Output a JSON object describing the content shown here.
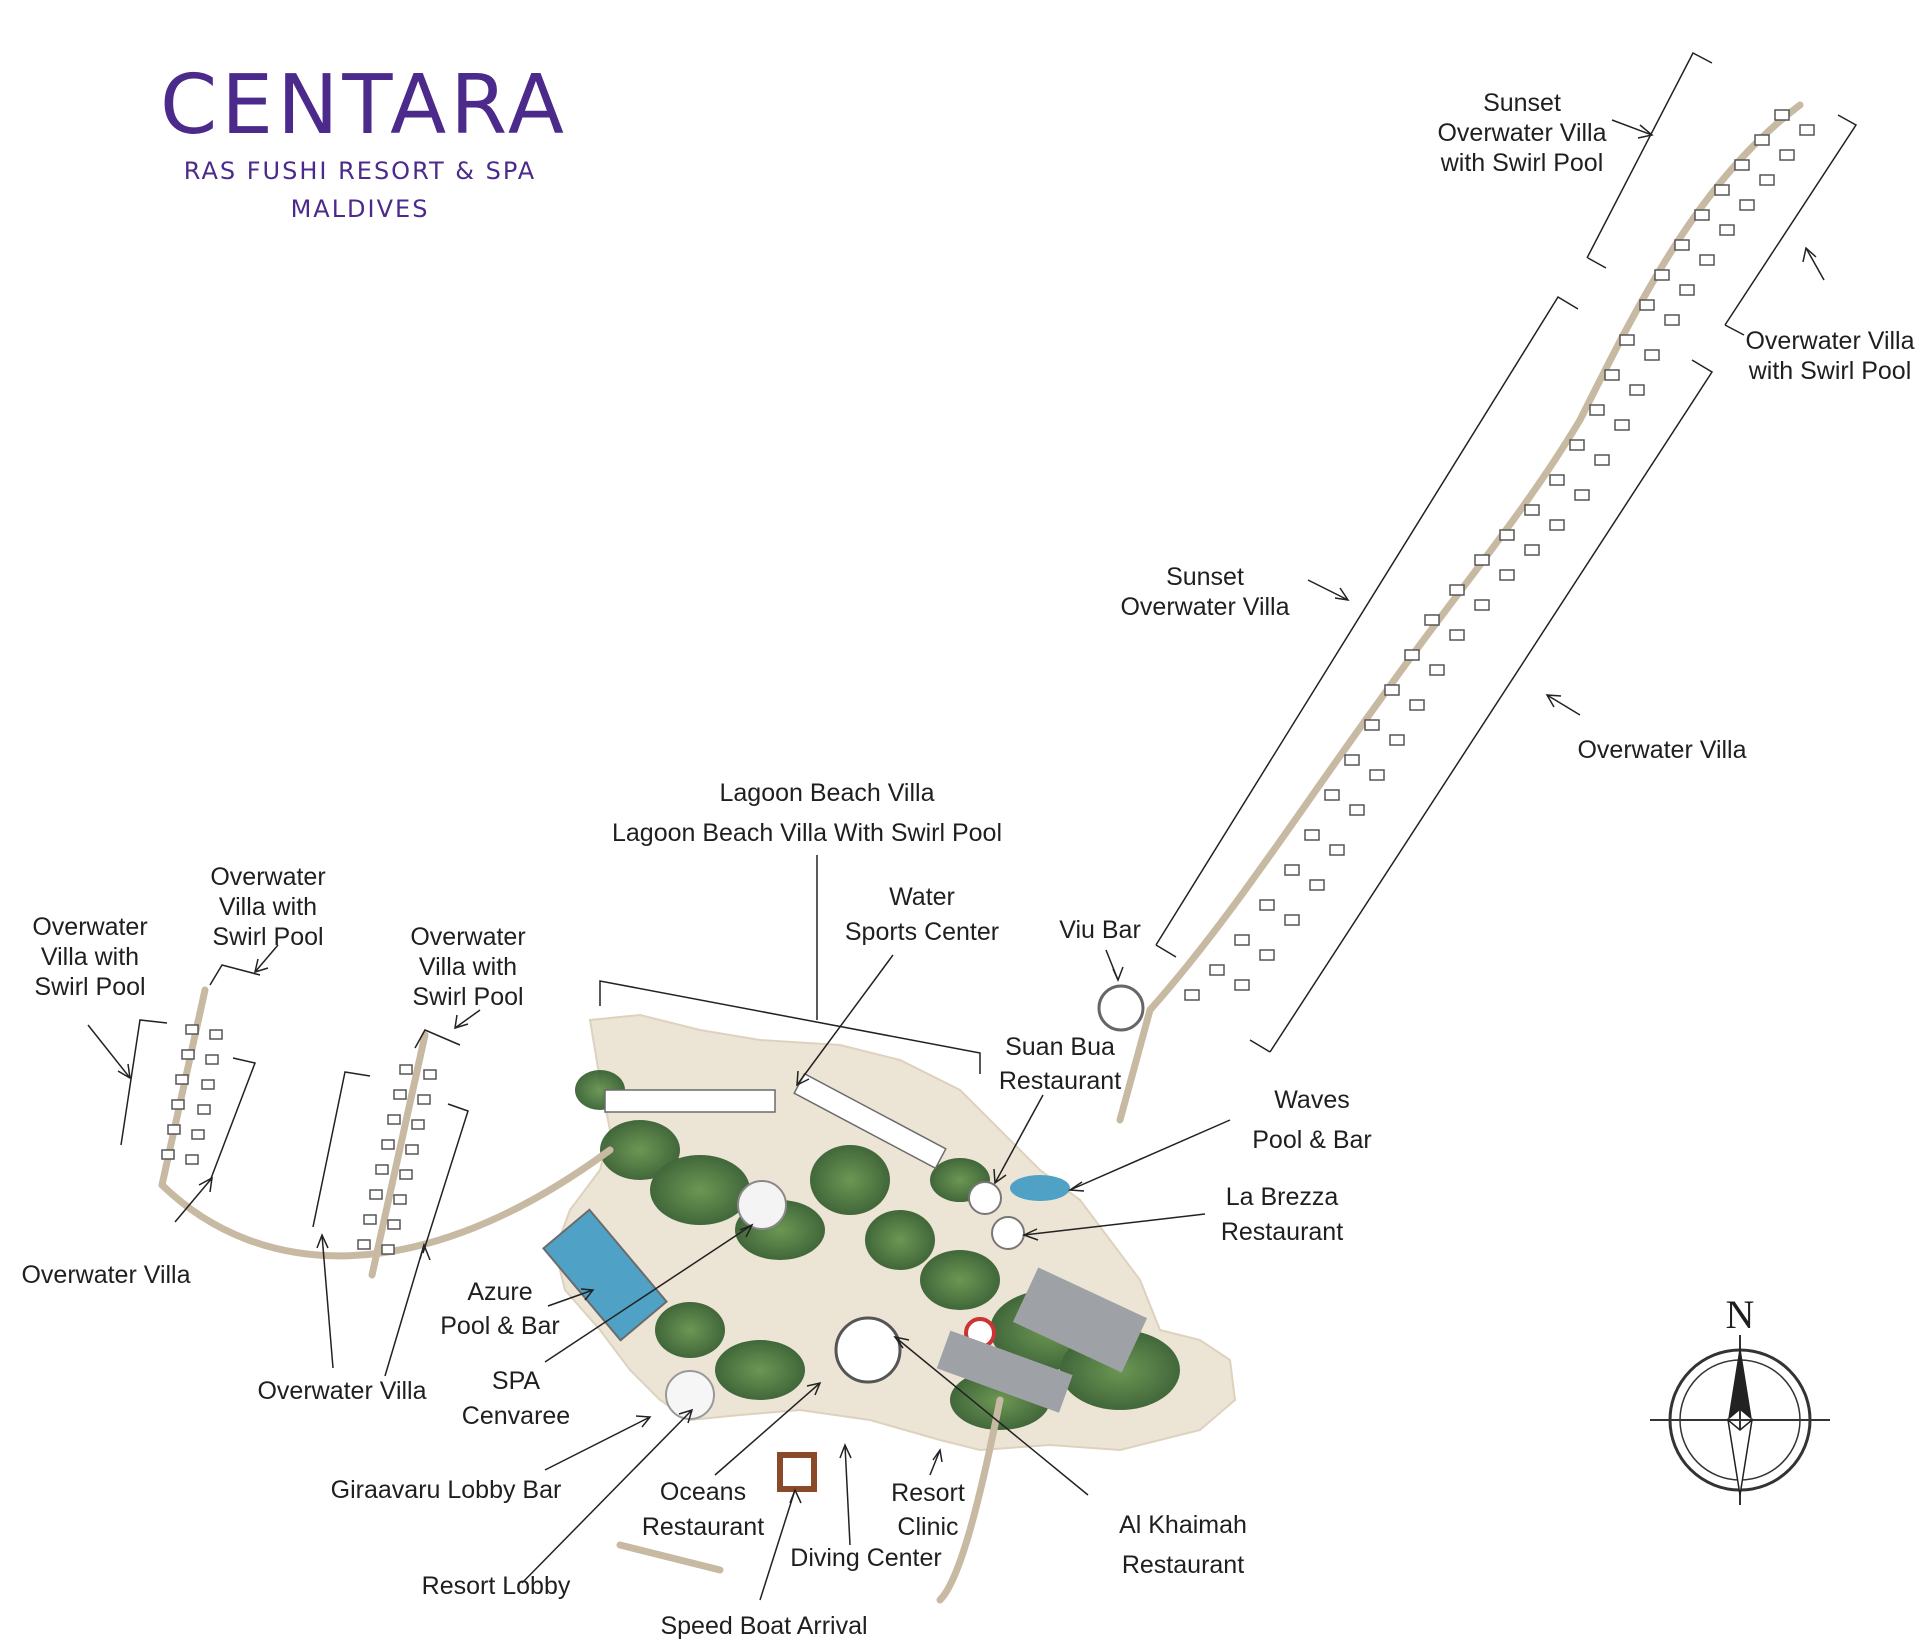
{
  "brand": {
    "name": "CENTARA",
    "line1": "RAS FUSHI RESORT & SPA",
    "line2": "MALDIVES",
    "color": "#4b2a8c"
  },
  "compass": {
    "north_label": "N"
  },
  "labels": {
    "sunset_overwater_swirl": [
      "Sunset",
      "Overwater Villa",
      "with Swirl Pool"
    ],
    "overwater_swirl_ne": [
      "Overwater Villa",
      "with Swirl Pool"
    ],
    "sunset_overwater": [
      "Sunset",
      "Overwater Villa"
    ],
    "overwater_villa_ne": "Overwater Villa",
    "lagoon_beach": "Lagoon Beach Villa",
    "lagoon_beach_swirl": "Lagoon Beach Villa With Swirl Pool",
    "water_sports": [
      "Water",
      "Sports Center"
    ],
    "viu_bar": "Viu Bar",
    "suan_bua": [
      "Suan Bua",
      "Restaurant"
    ],
    "waves": [
      "Waves",
      "Pool & Bar"
    ],
    "la_brezza": [
      "La Brezza",
      "Restaurant"
    ],
    "ow_swirl_far_west": [
      "Overwater",
      "Villa with",
      "Swirl Pool"
    ],
    "ow_swirl_west": [
      "Overwater",
      "Villa with",
      "Swirl Pool"
    ],
    "ow_swirl_mid": [
      "Overwater",
      "Villa with",
      "Swirl Pool"
    ],
    "overwater_villa_w1": "Overwater Villa",
    "overwater_villa_w2": "Overwater Villa",
    "azure": [
      "Azure",
      "Pool & Bar"
    ],
    "spa": [
      "SPA",
      "Cenvaree"
    ],
    "giraavaru": "Giraavaru Lobby Bar",
    "resort_lobby": "Resort Lobby",
    "oceans": [
      "Oceans",
      "Restaurant"
    ],
    "diving": "Diving Center",
    "clinic": [
      "Resort",
      "Clinic"
    ],
    "al_khaimah": [
      "Al Khaimah",
      "Restaurant"
    ],
    "speed_boat": "Speed Boat Arrival"
  }
}
